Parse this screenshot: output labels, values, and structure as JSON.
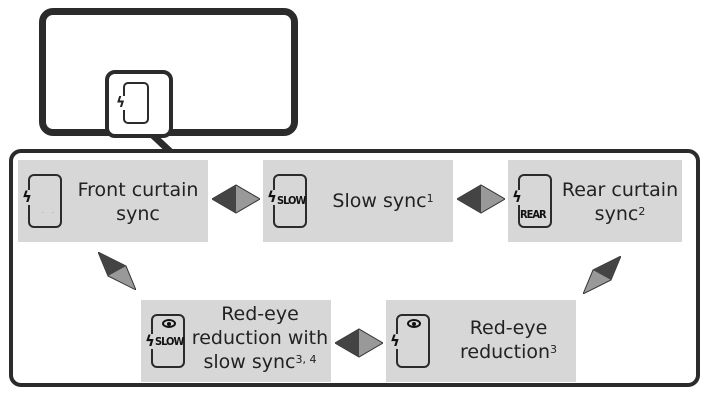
{
  "modes": {
    "front": {
      "line1": "Front curtain",
      "line2": "sync"
    },
    "slow": {
      "label": "Slow sync",
      "note": "1",
      "icon_text": "SLOW"
    },
    "rear": {
      "line1": "Rear curtain",
      "line2": "sync",
      "note": "2",
      "icon_text": "REAR"
    },
    "redeye_slow": {
      "line1": "Red-eye",
      "line2": "reduction with",
      "line3": "slow sync",
      "note": "3, 4",
      "icon_text": "SLOW"
    },
    "redeye": {
      "line1": "Red-eye",
      "line2": "reduction",
      "note": "3"
    }
  },
  "icons": {
    "flash": "⚡",
    "arrow": "double-headed-diamond-arrow"
  },
  "colors": {
    "card_bg": "#d7d7d7",
    "frame": "#2b2b2b"
  }
}
